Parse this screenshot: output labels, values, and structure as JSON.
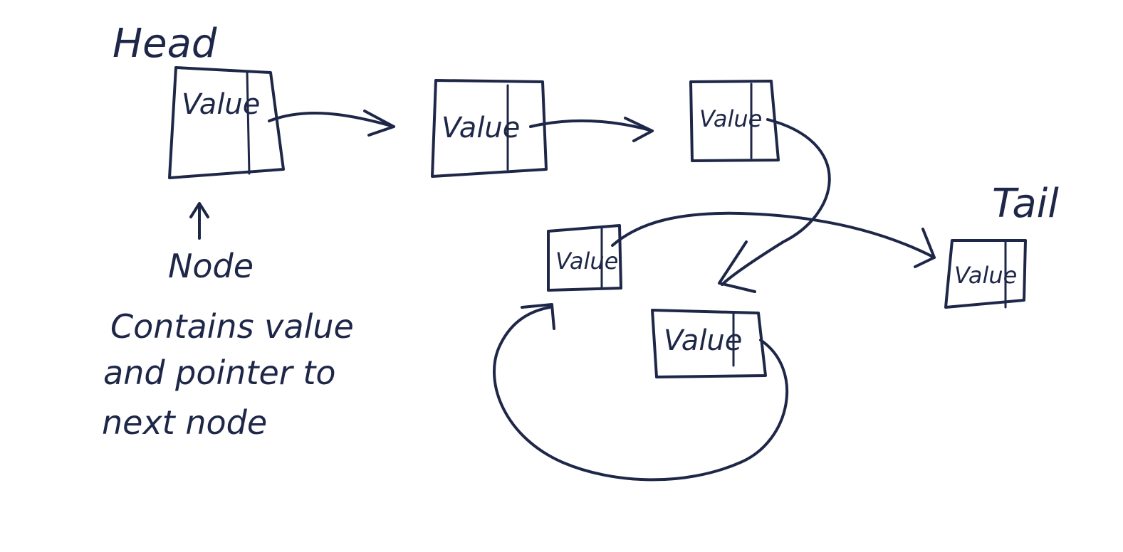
{
  "labels": {
    "head": "Head",
    "tail": "Tail",
    "node": "Node",
    "note_line1": "Contains value",
    "note_line2": "and pointer to",
    "note_line3": "next node"
  },
  "nodes": [
    {
      "id": "n1",
      "value": "Value"
    },
    {
      "id": "n2",
      "value": "Value"
    },
    {
      "id": "n3",
      "value": "Value"
    },
    {
      "id": "n4",
      "value": "Value"
    },
    {
      "id": "n5",
      "value": "Value"
    },
    {
      "id": "n6",
      "value": "Value"
    }
  ],
  "ink_color": "#1e2748"
}
